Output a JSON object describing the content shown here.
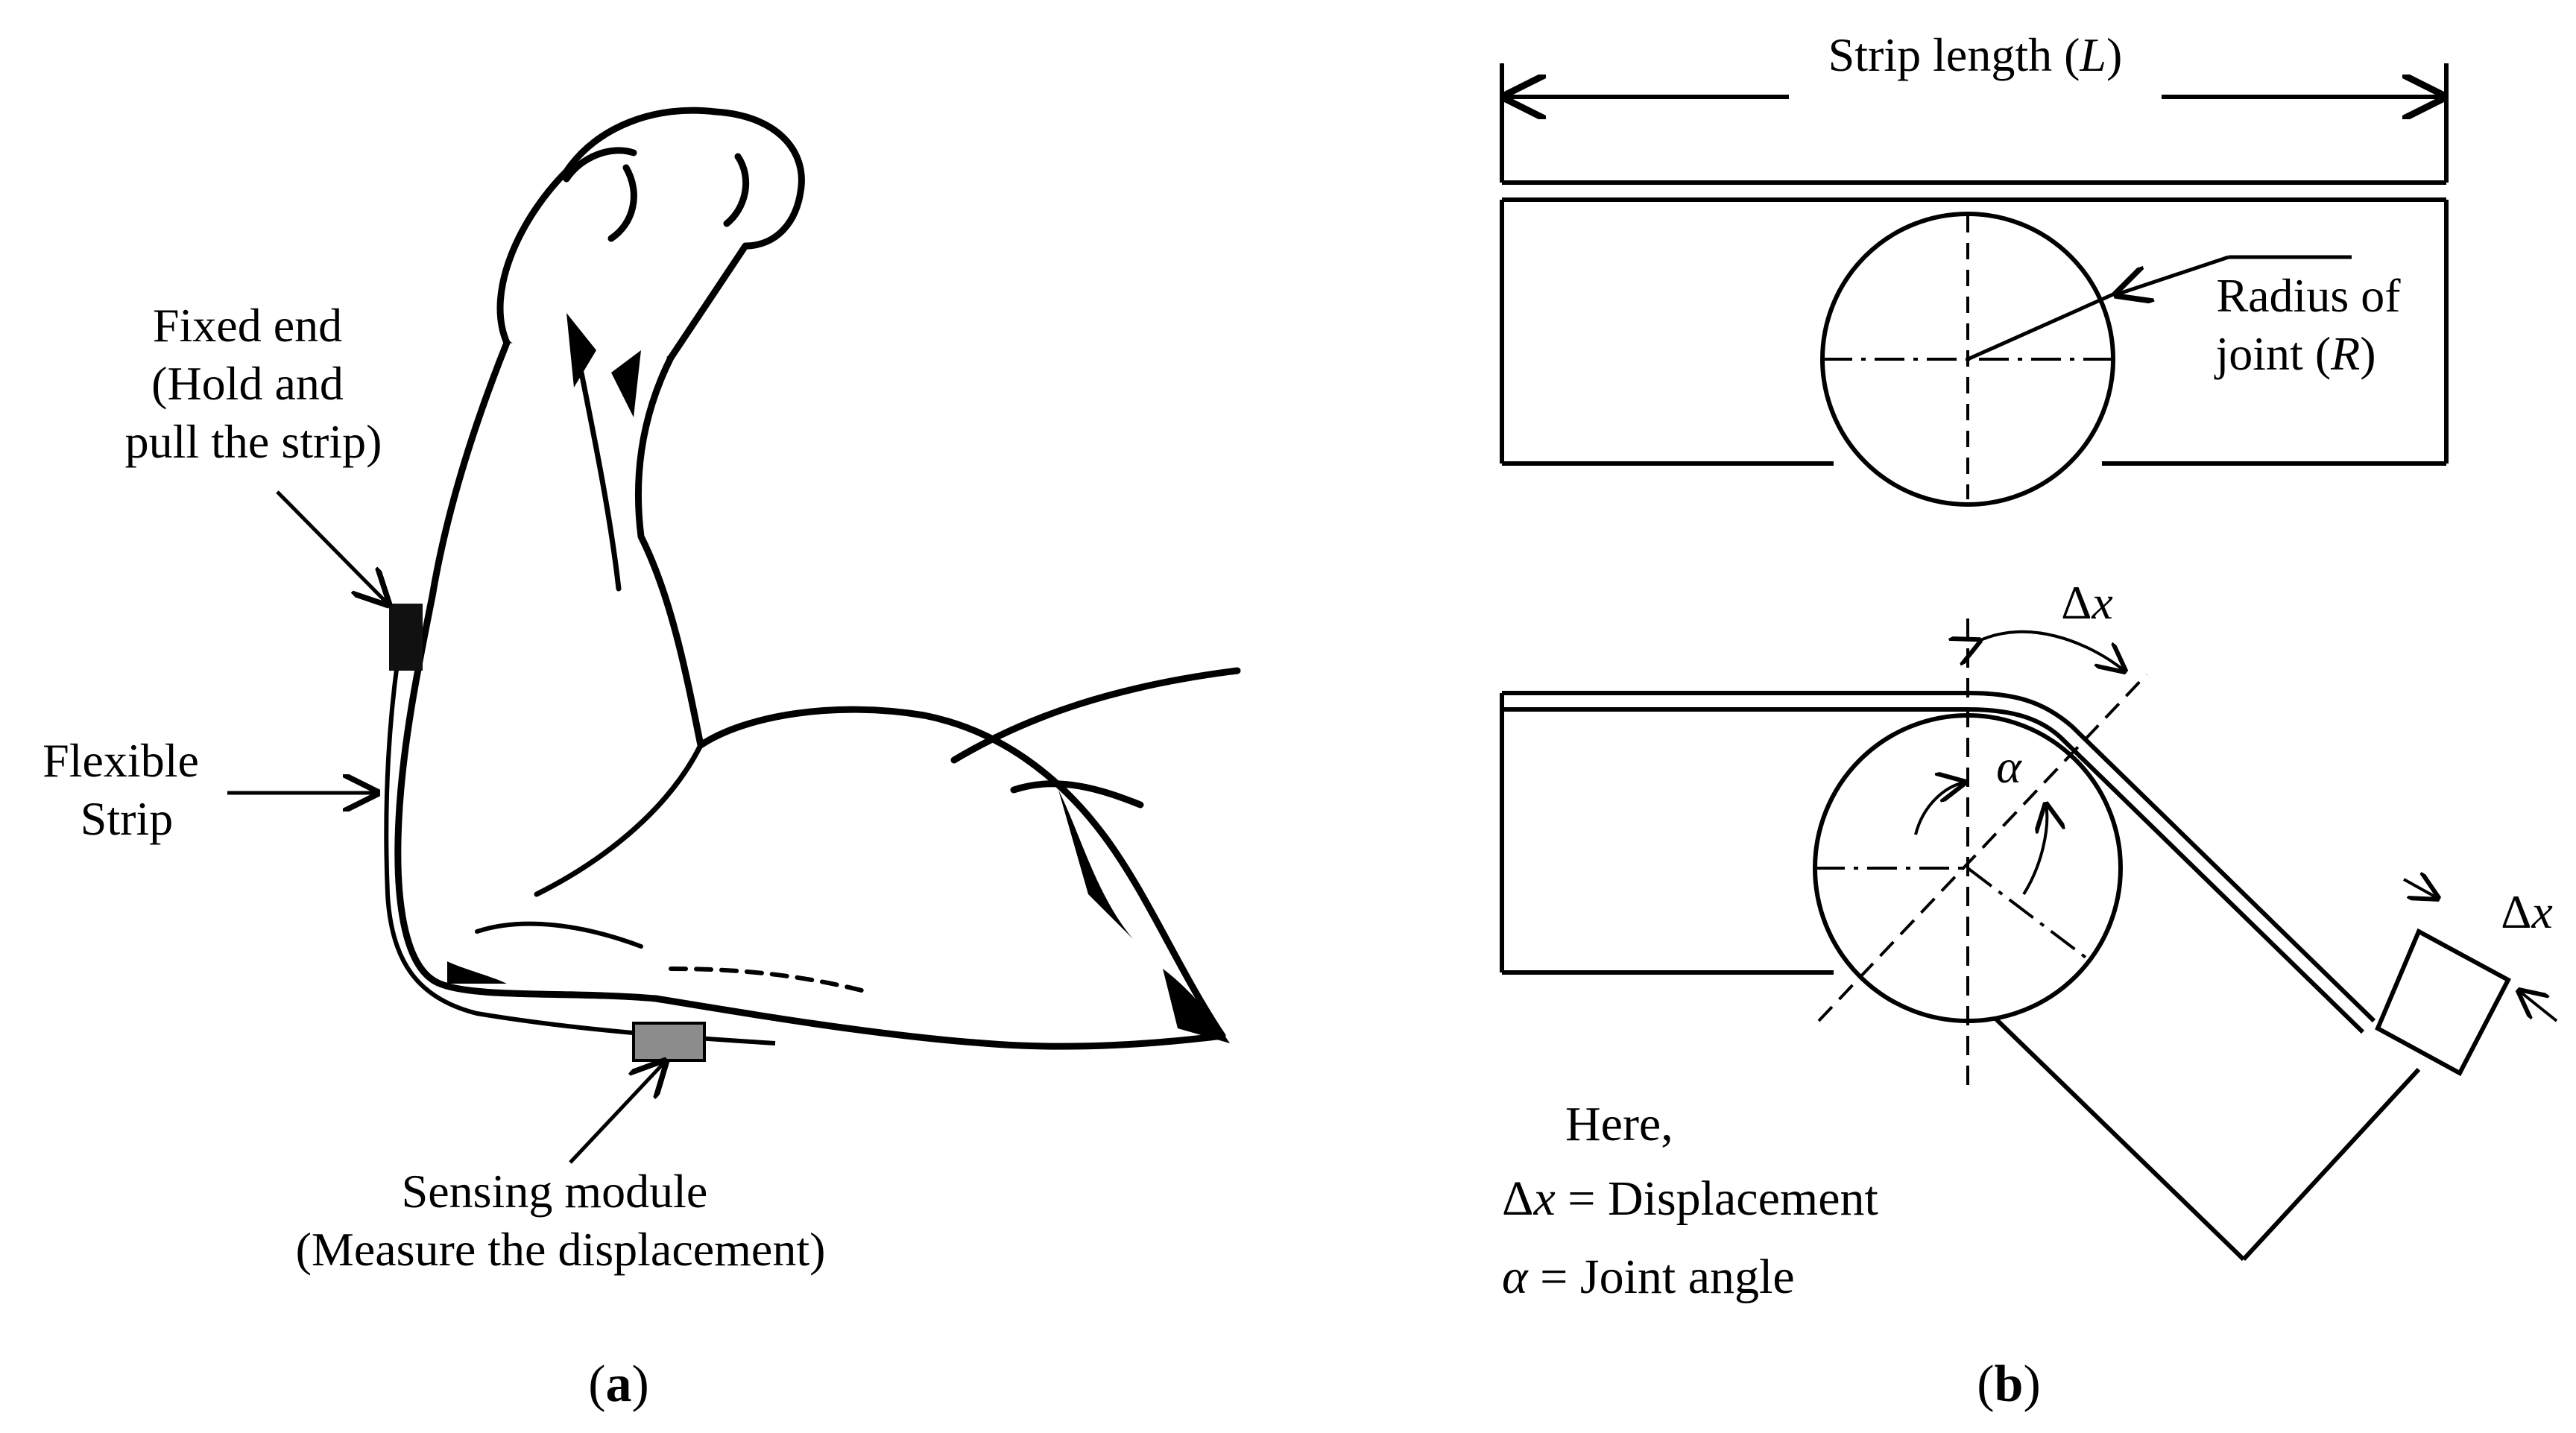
{
  "panel_a": {
    "caption": "a",
    "fixed_end": [
      "Fixed end",
      "(Hold and",
      "pull the strip)"
    ],
    "flexible_strip": [
      "Flexible",
      "Strip"
    ],
    "sensing_module": [
      "Sensing module",
      "(Measure the displacement)"
    ]
  },
  "panel_b": {
    "caption": "b",
    "strip_length": "Strip length (",
    "strip_length_symbol": "L",
    "radius": [
      "Radius of",
      "joint ("
    ],
    "radius_symbol": "R",
    "delta_x": "Δ",
    "x_symbol": "x",
    "alpha_symbol": "α",
    "legend_here": "Here,",
    "legend_displacement": " = Displacement",
    "legend_joint_angle": " = Joint angle"
  },
  "colors": {
    "ink": "#000000",
    "sensor_fill": "#8c8c8c",
    "background": "#ffffff"
  }
}
